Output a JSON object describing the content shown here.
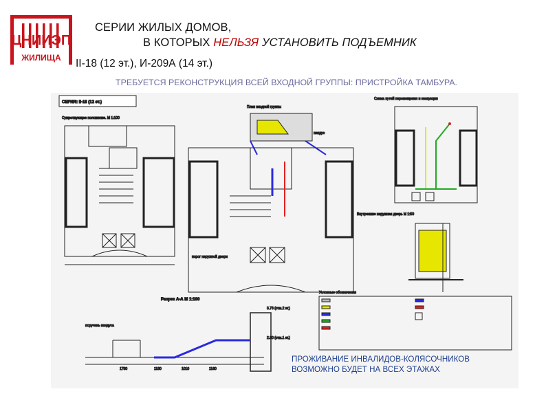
{
  "logo": {
    "acronym": "ЦНИИЭП",
    "sub": "ЖИЛИЩА",
    "color": "#c8141c"
  },
  "title": {
    "line1": "СЕРИИ ЖИЛЫХ ДОМОВ,",
    "line2_prefix": "В КОТОРЫХ",
    "line2_warn": "НЕЛЬЗЯ",
    "line2_suffix": "УСТАНОВИТЬ ПОДЪЕМНИК"
  },
  "subtitle": "II-18 (12 эт.), И-209А (14 эт.)",
  "requirement": "ТРЕБУЕТСЯ РЕКОНСТРУКЦИЯ ВСЕЙ ВХОДНОЙ ГРУППЫ: ПРИСТРОЙКА ТАМБУРА.",
  "note": {
    "line1": "ПРОЖИВАНИЕ ИНВАЛИДОВ-КОЛЯСОЧНИКОВ",
    "line2": "ВОЗМОЖНО БУДЕТ НА ВСЕХ ЭТАЖАХ"
  },
  "drawing": {
    "series_label": "СЕРИЯ: II-18 (12 эт.)",
    "section_label": "Разрез А-А   М 1:100",
    "legend_title": "Условные обозначения",
    "labels": {
      "existing_plan": "Существующее положение. М 1:100",
      "entrance_plan": "План входной группы",
      "evacuation": "Схема путей перемещения и эвакуации",
      "door_view": "Внутренние наружная дверь М 1:50",
      "ramp": "пандус",
      "threshold": "порог наружной двери",
      "handrail": "поручень пандуса"
    },
    "dims": [
      "1780",
      "1180",
      "1010",
      "1160",
      "3.78 (отм.2 эт.)",
      "2.80 (отм.1 эт.)"
    ],
    "colors": {
      "ramp": "#2a2ae0",
      "lift": "#e6e600",
      "route": "#22aa22",
      "red": "#e02020"
    }
  }
}
